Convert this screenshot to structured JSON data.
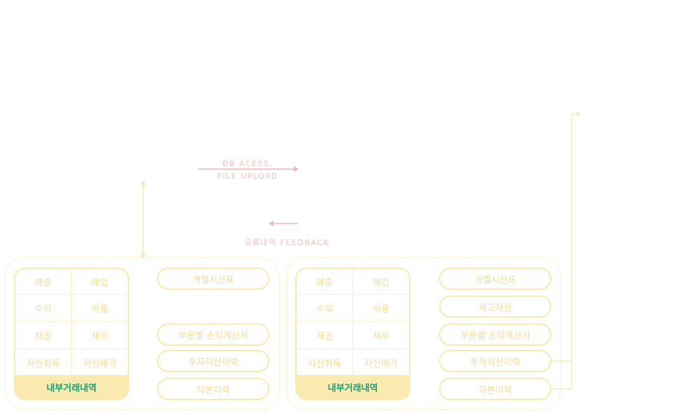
{
  "colors": {
    "accent_yellow": "#fbeaaf",
    "border_yellow": "#fbe9b2",
    "text_yellow": "#f5dc96",
    "text_green": "#1e9e73",
    "arrow_pink": "#f1b6b1"
  },
  "arrows": {
    "db_access_line1": "DB ACESS,",
    "db_access_line2": "FILE UPLOAD",
    "feedback": "오류내역 FEEDBACK"
  },
  "left_table": {
    "cells": [
      "매출",
      "매입",
      "수익",
      "비용",
      "채권",
      "채무",
      "자산취득",
      "자산매각"
    ],
    "footer": "내부거래내역"
  },
  "left_reports": [
    "개별시산표",
    "부문별 손익계산서",
    "투자자산이력",
    "자본이력"
  ],
  "right_table": {
    "cells": [
      "매출",
      "매입",
      "수익",
      "비용",
      "채권",
      "채무",
      "자산취득",
      "자산매각"
    ],
    "footer": "내부거래내역"
  },
  "right_reports": [
    "개별시산표",
    "재고자산",
    "부문별 손익계산서",
    "투자자산이력",
    "자본이력"
  ]
}
